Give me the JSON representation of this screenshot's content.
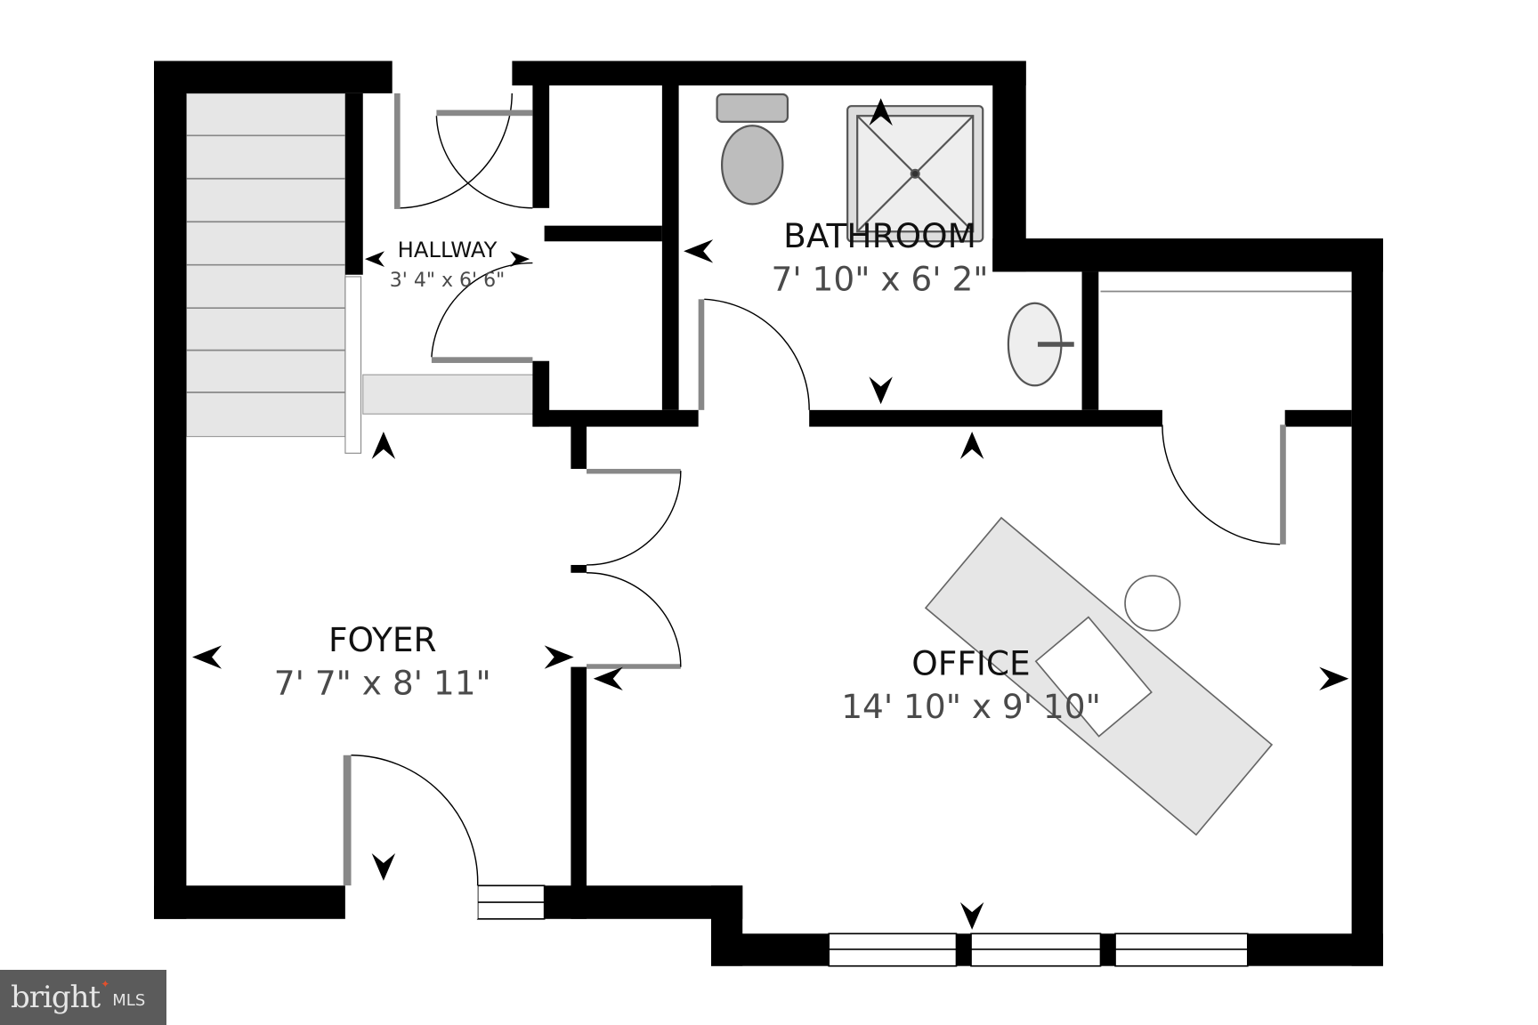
{
  "rooms": {
    "hallway": {
      "name": "HALLWAY",
      "dims": "3' 4\" x 6' 6\""
    },
    "bathroom": {
      "name": "BATHROOM",
      "dims": "7' 10\" x 6' 2\""
    },
    "foyer": {
      "name": "FOYER",
      "dims": "7' 7\" x 8' 11\""
    },
    "office": {
      "name": "OFFICE",
      "dims": "14' 10\" x 9' 10\""
    }
  },
  "logo": {
    "brand": "bright",
    "suffix": "MLS"
  },
  "colors": {
    "wall": "#000000",
    "fixture": "#e6e6e6",
    "logo_bg": "#5b5b5b",
    "logo_accent": "#e2502c"
  }
}
